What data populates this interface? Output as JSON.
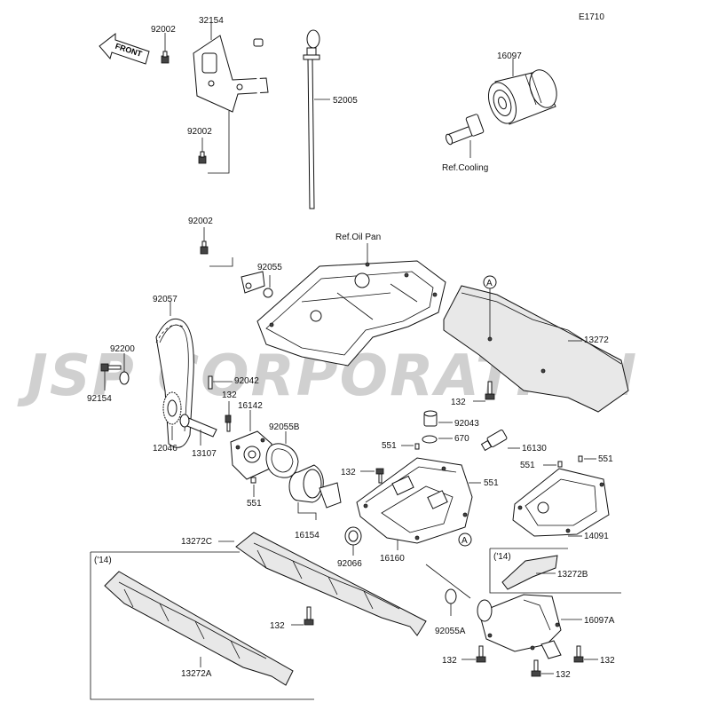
{
  "diagram_code": "E1710",
  "watermark": "JSP CORPORATION",
  "front_label": "FRONT",
  "year_tag": "('14)",
  "references": [
    "Ref.Cooling",
    "Ref.Oil Pan"
  ],
  "part_numbers": {
    "p32154": "32154",
    "p92002a": "92002",
    "p92002b": "92002",
    "p92002c": "92002",
    "p52005": "52005",
    "p16097": "16097",
    "p92055": "92055",
    "p92057": "92057",
    "p92200": "92200",
    "p92154": "92154",
    "p92042": "92042",
    "p132a": "132",
    "p16142": "16142",
    "p92055B": "92055B",
    "p12046": "12046",
    "p13107": "13107",
    "p551a": "551",
    "p13272": "13272",
    "p132b": "132",
    "pA1": "A",
    "p92043": "92043",
    "p670": "670",
    "p16130": "16130",
    "p551b": "551",
    "p132c": "132",
    "p551c": "551",
    "p551d": "551",
    "p551e": "551",
    "p16154": "16154",
    "pA2": "A",
    "p13272C": "13272C",
    "p92066": "92066",
    "p16160": "16160",
    "p14091": "14091",
    "p13272B": "13272B",
    "p132d": "132",
    "p13272A": "13272A",
    "p92055A": "92055A",
    "p16097A": "16097A",
    "p132e": "132",
    "p132f": "132",
    "p132g": "132"
  }
}
